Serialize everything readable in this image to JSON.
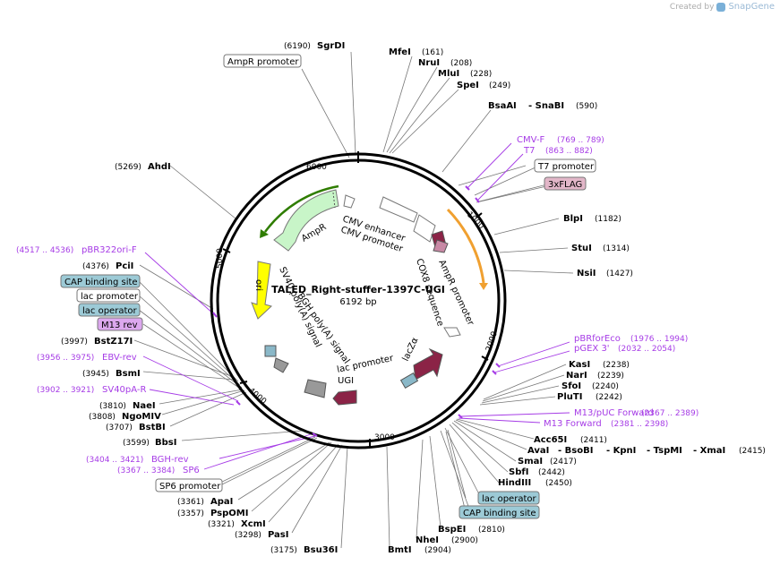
{
  "header": {
    "created_by": "Created by",
    "brand": "SnapGene"
  },
  "plasmid": {
    "name": "TALED_Right-stuffer-1397C-UGI",
    "length": "6192 bp"
  },
  "ticks": [
    "1000",
    "2000",
    "3000",
    "4000",
    "5000",
    "6000"
  ],
  "enzymes": [
    {
      "pos": "(6190)",
      "name": "SgrDI"
    },
    {
      "name": "MfeI",
      "pos": "(161)"
    },
    {
      "name": "NruI",
      "pos": "(208)"
    },
    {
      "name": "MluI",
      "pos": "(228)"
    },
    {
      "name": "SpeI",
      "pos": "(249)"
    },
    {
      "name": "BsaAI",
      "name2": "- SnaBI",
      "pos": "(590)"
    },
    {
      "name": "BlpI",
      "pos": "(1182)"
    },
    {
      "name": "StuI",
      "pos": "(1314)"
    },
    {
      "name": "NsiI",
      "pos": "(1427)"
    },
    {
      "name": "KasI",
      "pos": "(2238)"
    },
    {
      "name": "NarI",
      "pos": "(2239)"
    },
    {
      "name": "SfoI",
      "pos": "(2240)"
    },
    {
      "name": "PluTI",
      "pos": "(2242)"
    },
    {
      "name": "Acc65I",
      "pos": "(2411)"
    },
    {
      "name": "AvaI",
      "name2": "- BsoBI",
      "name3": "- KpnI",
      "name4": "- TspMI",
      "name5": "- XmaI",
      "pos": "(2415)"
    },
    {
      "name": "SmaI",
      "pos": "(2417)"
    },
    {
      "name": "SbfI",
      "pos": "(2442)"
    },
    {
      "name": "HindIII",
      "pos": "(2450)"
    },
    {
      "name": "BspEI",
      "pos": "(2810)"
    },
    {
      "name": "NheI",
      "pos": "(2900)"
    },
    {
      "name": "BmtI",
      "pos": "(2904)"
    },
    {
      "pos": "(3175)",
      "name": "Bsu36I"
    },
    {
      "pos": "(3298)",
      "name": "PasI"
    },
    {
      "pos": "(3321)",
      "name": "XcmI"
    },
    {
      "pos": "(3357)",
      "name": "PspOMI"
    },
    {
      "pos": "(3361)",
      "name": "ApaI"
    },
    {
      "pos": "(3599)",
      "name": "BbsI"
    },
    {
      "pos": "(3707)",
      "name": "BstBI"
    },
    {
      "pos": "(3808)",
      "name": "NgoMIV"
    },
    {
      "pos": "(3810)",
      "name": "NaeI"
    },
    {
      "pos": "(3945)",
      "name": "BsmI"
    },
    {
      "pos": "(3997)",
      "name": "BstZ17I"
    },
    {
      "pos": "(4376)",
      "name": "PciI"
    },
    {
      "pos": "(5269)",
      "name": "AhdI"
    }
  ],
  "primers": [
    {
      "name": "CMV-F",
      "pos": "(769 .. 789)"
    },
    {
      "name": "T7",
      "pos": "(863 .. 882)"
    },
    {
      "name": "pBRforEco",
      "pos": "(1976 .. 1994)"
    },
    {
      "name": "pGEX 3'",
      "pos": "(2032 .. 2054)"
    },
    {
      "name": "M13/pUC Forward",
      "pos": "(2367 .. 2389)"
    },
    {
      "name": "M13 Forward",
      "pos": "(2381 .. 2398)"
    },
    {
      "name": "BGH-rev",
      "pos": "(3404 .. 3421)"
    },
    {
      "name": "SP6",
      "pos": "(3367 .. 3384)"
    },
    {
      "name": "SV40pA-R",
      "pos": "(3902 .. 3921)"
    },
    {
      "name": "EBV-rev",
      "pos": "(3956 .. 3975)"
    },
    {
      "name": "pBR322ori-F",
      "pos": "(4517 .. 4536)"
    }
  ],
  "boxed": {
    "ampr_promoter_top": "AmpR promoter",
    "t7_promoter": "T7 promoter",
    "flag": "3xFLAG",
    "cap_left": "CAP binding site",
    "lac_prom_left": "lac promoter",
    "lac_op_left": "lac operator",
    "m13rev": "M13 rev",
    "lac_op_bottom": "lac operator",
    "cap_bottom": "CAP binding site",
    "sp6_promoter": "SP6 promoter"
  },
  "features": {
    "cmv_enhancer": "CMV enhancer",
    "cmv_promoter": "CMV promoter",
    "ampr": "AmpR",
    "ori": "ori",
    "ampr_promoter": "AmpR promoter",
    "cox8": "COX8 sequence",
    "sv40": "SV40 poly(A) signal",
    "bgh": "BGH poly(A) signal",
    "lacza": "lacZα",
    "lac_promoter": "lac promoter",
    "ugi": "UGI"
  },
  "colors": {
    "ampr": "#c8f5c8",
    "ori": "#ffff00",
    "ugi": "#8b2346",
    "lacza": "#8b2346",
    "primer": "#a63ce6",
    "orange_arc": "#f0a030",
    "cap_box": "#9ccad6",
    "m13_box": "#dca8ee",
    "flag_box": "#e2b6c8"
  }
}
